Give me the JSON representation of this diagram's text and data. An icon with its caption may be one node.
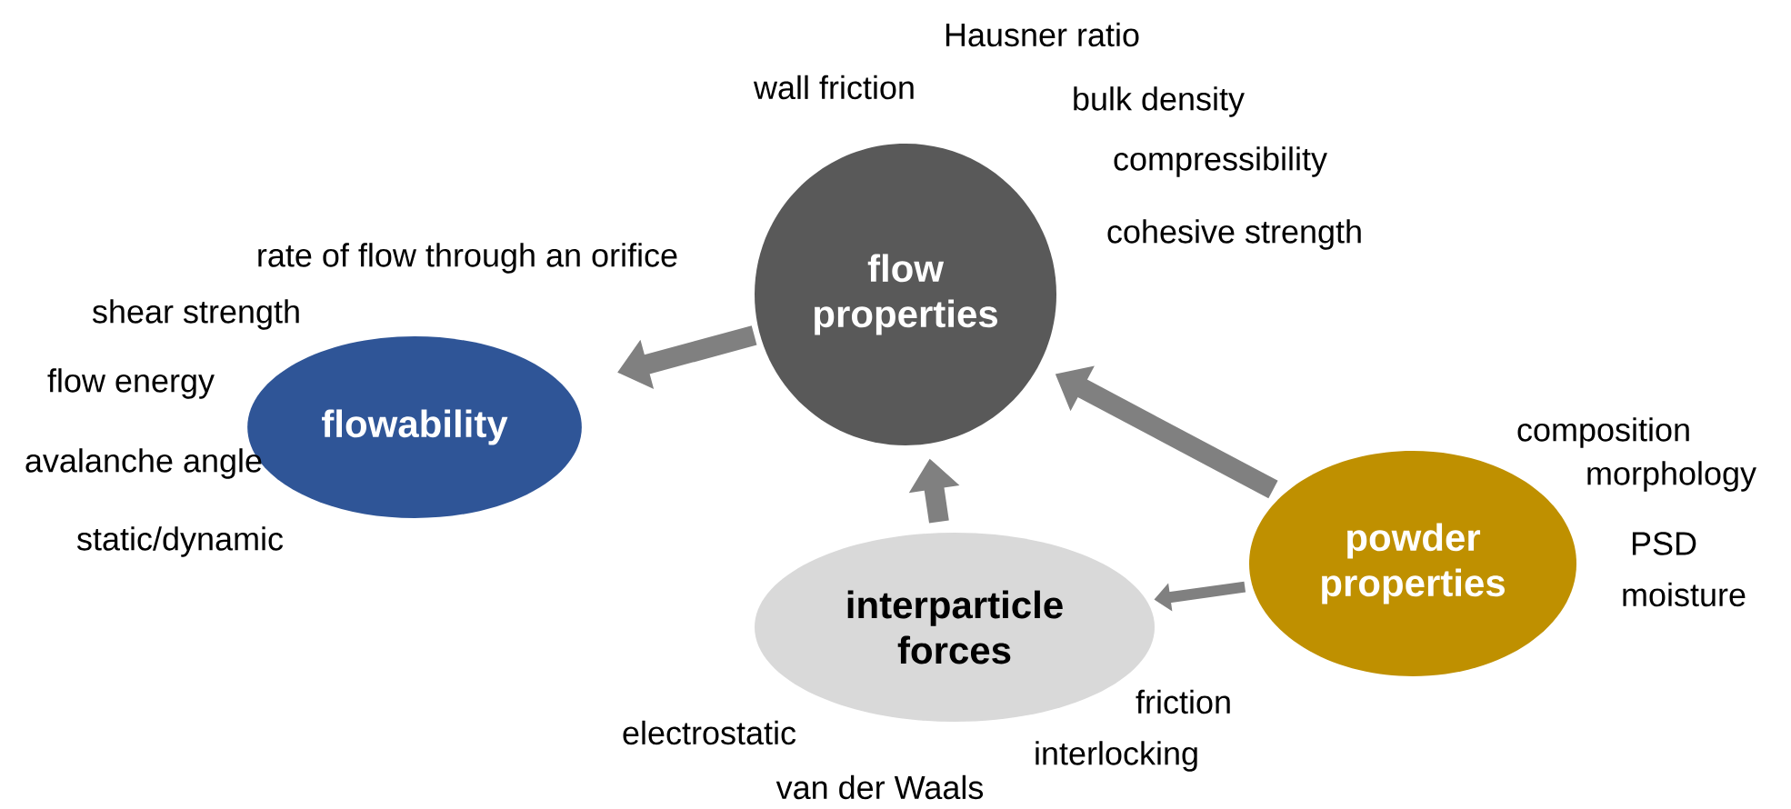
{
  "diagram": {
    "nodes": [
      {
        "text": [
          "flow properties"
        ],
        "beside": [
          "Hausner ratio",
          "wall friction",
          "bulk density",
          "compressibility",
          "cohesive strength"
        ]
      },
      {
        "text": [
          "flowability"
        ],
        "beside": [
          "rate of flow through an orifice",
          "shear strength",
          "flow energy",
          "avalanche angle",
          "static/dynamic"
        ]
      },
      {
        "text": [
          "powder properties"
        ],
        "beside": [
          "composition",
          "morphology",
          "PSD",
          "moisture"
        ]
      },
      {
        "text": [
          "interparticle forces"
        ],
        "beside": [
          "friction",
          "electrostatic",
          "interlocking",
          "van der Waals"
        ]
      }
    ],
    "edges": [
      {
        "from": 0,
        "to": 1,
        "arrow": "to"
      },
      {
        "from": 3,
        "to": 0,
        "arrow": "to"
      },
      {
        "from": 2,
        "to": 0,
        "arrow": "to"
      },
      {
        "from": 2,
        "to": 3,
        "arrow": "to"
      }
    ]
  }
}
